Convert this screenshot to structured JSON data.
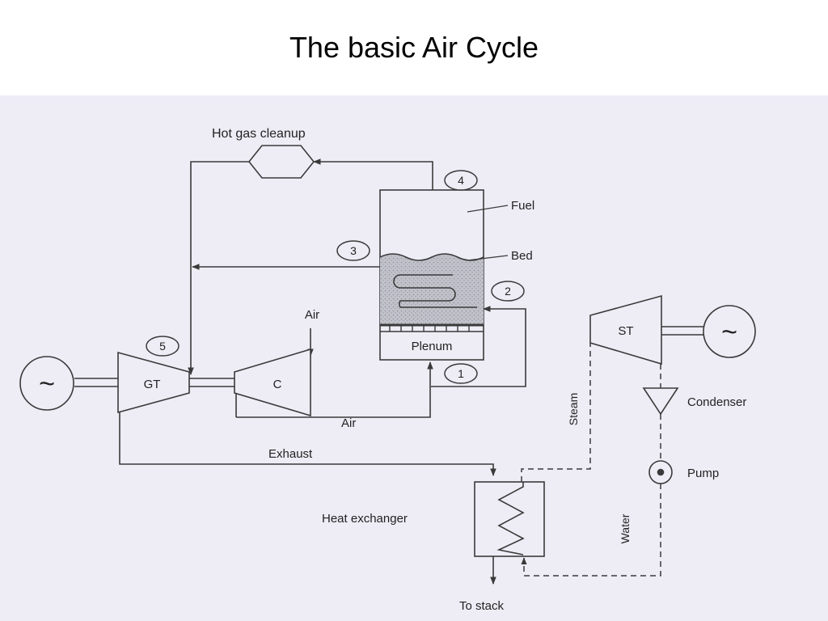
{
  "title": "The basic Air Cycle",
  "diagram": {
    "labels": {
      "hot_gas_cleanup": "Hot gas cleanup",
      "fuel": "Fuel",
      "bed": "Bed",
      "plenum": "Plenum",
      "air_top": "Air",
      "air_bottom": "Air",
      "gt": "GT",
      "c": "C",
      "st": "ST",
      "exhaust": "Exhaust",
      "heat_exchanger": "Heat exchanger",
      "to_stack": "To stack",
      "steam": "Steam",
      "water": "Water",
      "condenser": "Condenser",
      "pump": "Pump"
    },
    "state_points": [
      "1",
      "2",
      "3",
      "4",
      "5"
    ],
    "generator_symbol": "~",
    "colors": {
      "background": "#eeedf6",
      "line": "#3a3a3a",
      "bed_fill": "#bdbdc6"
    }
  }
}
